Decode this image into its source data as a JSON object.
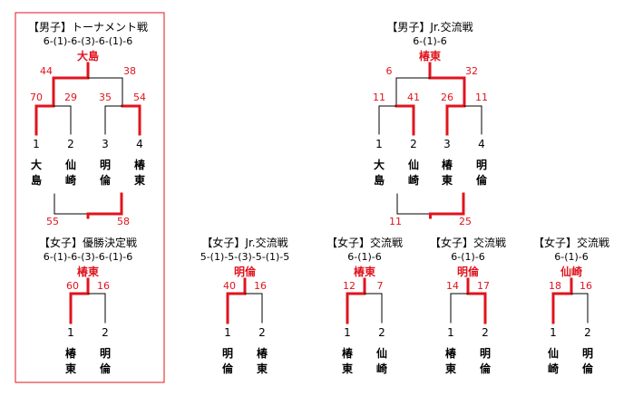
{
  "colors": {
    "win": "#e0141e",
    "line": "#000000",
    "frame": "#e0141e",
    "text": "#000000"
  },
  "brackets": [
    {
      "id": "boys-tournament",
      "title": "【男子】トーナメント戦",
      "score_line": "6-(1)-6-(3)-6-(1)-6",
      "winner": "大島",
      "type": "four",
      "final_scores": [
        "44",
        "38"
      ],
      "semi_left_scores": [
        "70",
        "29"
      ],
      "semi_right_scores": [
        "35",
        "54"
      ],
      "seeds": [
        "1",
        "2",
        "3",
        "4"
      ],
      "teams": [
        [
          "大",
          "島"
        ],
        [
          "仙",
          "崎"
        ],
        [
          "明",
          "倫"
        ],
        [
          "椿",
          "東"
        ]
      ],
      "third_place_scores": [
        "55",
        "58"
      ],
      "winners": {
        "semi_left": 0,
        "semi_right": 1,
        "final": 0,
        "third": 1
      }
    },
    {
      "id": "boys-jr-exchange",
      "title": "【男子】Jr.交流戦",
      "score_line": "6-(1)-6",
      "winner": "椿東",
      "type": "four",
      "final_scores": [
        "6",
        "32"
      ],
      "semi_left_scores": [
        "11",
        "41"
      ],
      "semi_right_scores": [
        "26",
        "11"
      ],
      "seeds": [
        "1",
        "2",
        "3",
        "4"
      ],
      "teams": [
        [
          "大",
          "島"
        ],
        [
          "仙",
          "崎"
        ],
        [
          "椿",
          "東"
        ],
        [
          "明",
          "倫"
        ]
      ],
      "third_place_scores": [
        "11",
        "25"
      ],
      "winners": {
        "semi_left": 1,
        "semi_right": 0,
        "final": 1,
        "third": 1
      }
    },
    {
      "id": "girls-championship",
      "title": "【女子】優勝決定戦",
      "score_line": "6-(1)-6-(3)-6-(1)-6",
      "winner": "椿東",
      "type": "two",
      "scores": [
        "60",
        "16"
      ],
      "seeds": [
        "1",
        "2"
      ],
      "teams": [
        [
          "椿",
          "東"
        ],
        [
          "明",
          "倫"
        ]
      ],
      "win": 0
    },
    {
      "id": "girls-jr-exchange",
      "title": "【女子】Jr.交流戦",
      "score_line": "5-(1)-5-(3)-5-(1)-5",
      "winner": "明倫",
      "type": "two",
      "scores": [
        "40",
        "16"
      ],
      "seeds": [
        "1",
        "2"
      ],
      "teams": [
        [
          "明",
          "倫"
        ],
        [
          "椿",
          "東"
        ]
      ],
      "win": 0
    },
    {
      "id": "girls-exchange-1",
      "title": "【女子】交流戦",
      "score_line": "6-(1)-6",
      "winner": "椿東",
      "type": "two",
      "scores": [
        "12",
        "7"
      ],
      "seeds": [
        "1",
        "2"
      ],
      "teams": [
        [
          "椿",
          "東"
        ],
        [
          "仙",
          "崎"
        ]
      ],
      "win": 0
    },
    {
      "id": "girls-exchange-2",
      "title": "【女子】交流戦",
      "score_line": "6-(1)-6",
      "winner": "明倫",
      "type": "two",
      "scores": [
        "14",
        "17"
      ],
      "seeds": [
        "1",
        "2"
      ],
      "teams": [
        [
          "椿",
          "東"
        ],
        [
          "明",
          "倫"
        ]
      ],
      "win": 1
    },
    {
      "id": "girls-exchange-3",
      "title": "【女子】交流戦",
      "score_line": "6-(1)-6",
      "winner": "仙崎",
      "type": "two",
      "scores": [
        "18",
        "16"
      ],
      "seeds": [
        "1",
        "2"
      ],
      "teams": [
        [
          "仙",
          "崎"
        ],
        [
          "明",
          "倫"
        ]
      ],
      "win": 0
    }
  ]
}
